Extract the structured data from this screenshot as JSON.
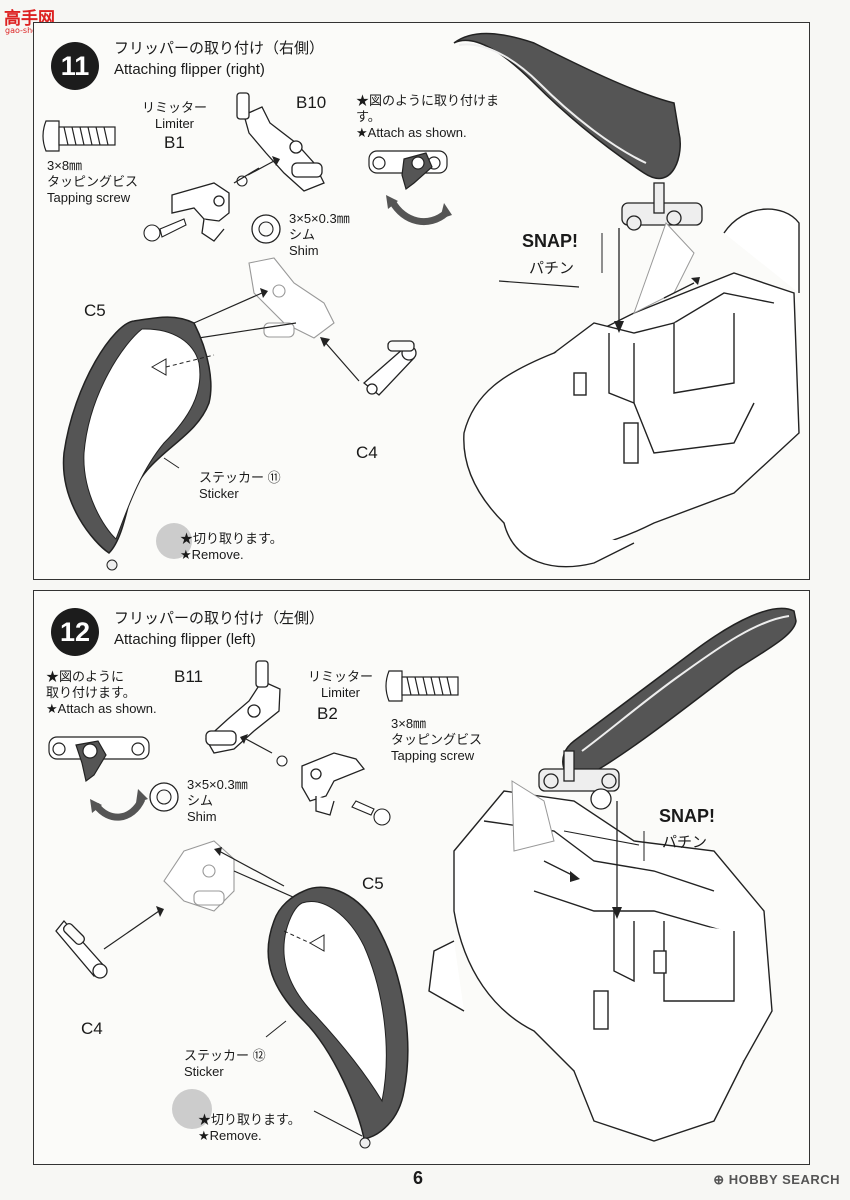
{
  "watermark_top": {
    "logo": "高手网",
    "sub": "gao-shou.com"
  },
  "step11": {
    "number": "11",
    "title_jp": "フリッパーの取り付け（右側）",
    "title_en": "Attaching flipper (right)",
    "screw": {
      "size": "3×8㎜",
      "jp": "タッピングビス",
      "en": "Tapping screw"
    },
    "limiter": {
      "jp": "リミッター",
      "en": "Limiter",
      "part": "B1"
    },
    "part_b": "B10",
    "shim": {
      "size": "3×5×0.3㎜",
      "jp": "シム",
      "en": "Shim"
    },
    "note": {
      "jp": "★図のように取り付けます。",
      "en": "★Attach as shown."
    },
    "snap": "SNAP!",
    "snap_jp": "パチン",
    "part_c5": "C5",
    "part_c4": "C4",
    "sticker": {
      "jp": "ステッカー",
      "num": "⑪",
      "en": "Sticker"
    },
    "remove": {
      "jp": "★切り取ります。",
      "en": "★Remove."
    }
  },
  "step12": {
    "number": "12",
    "title_jp": "フリッパーの取り付け（左側）",
    "title_en": "Attaching flipper (left)",
    "note": {
      "jp1": "★図のように",
      "jp2": "取り付けます。",
      "en": "★Attach as shown."
    },
    "part_b": "B11",
    "limiter": {
      "jp": "リミッター",
      "en": "Limiter",
      "part": "B2"
    },
    "screw": {
      "size": "3×8㎜",
      "jp": "タッピングビス",
      "en": "Tapping screw"
    },
    "shim": {
      "size": "3×5×0.3㎜",
      "jp": "シム",
      "en": "Shim"
    },
    "snap": "SNAP!",
    "snap_jp": "パチン",
    "part_c5": "C5",
    "part_c4": "C4",
    "sticker": {
      "jp": "ステッカー",
      "num": "⑫",
      "en": "Sticker"
    },
    "remove": {
      "jp": "★切り取ります。",
      "en": "★Remove."
    }
  },
  "page_number": "6",
  "watermark_bottom": "HOBBY SEARCH"
}
